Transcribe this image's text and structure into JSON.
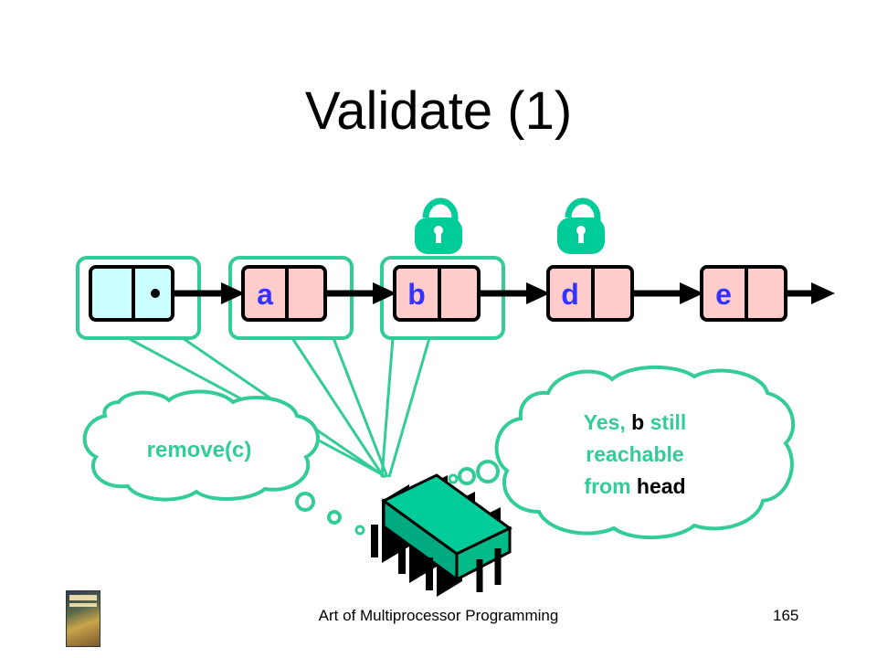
{
  "title": "Validate (1)",
  "nodes": [
    {
      "label": "",
      "fill": "#ccffff",
      "highlighted": true,
      "locked": false
    },
    {
      "label": "a",
      "fill": "#ffcccc",
      "highlighted": true,
      "locked": false
    },
    {
      "label": "b",
      "fill": "#ffcccc",
      "highlighted": true,
      "locked": true
    },
    {
      "label": "d",
      "fill": "#ffcccc",
      "highlighted": false,
      "locked": true
    },
    {
      "label": "e",
      "fill": "#ffcccc",
      "highlighted": false,
      "locked": false
    }
  ],
  "thought_left": {
    "text": "remove(c)"
  },
  "thought_right": {
    "line1_prefix": "Yes, ",
    "line1_bold": "b",
    "line1_suffix": " still",
    "line2": "reachable",
    "line3_prefix": "from ",
    "line3_bold": "head"
  },
  "footer": {
    "center": "Art of Multiprocessor Programming",
    "page": "165"
  },
  "colors": {
    "accent": "#33cc99",
    "label": "#3333ff",
    "chip": "#00cc99",
    "lock": "#00cc99"
  }
}
